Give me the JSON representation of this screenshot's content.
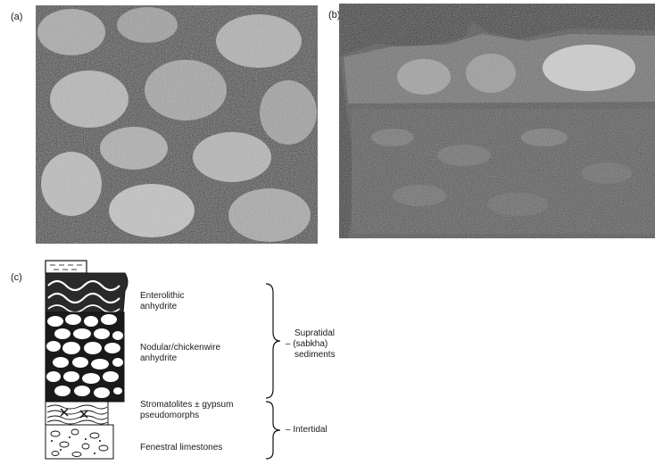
{
  "panels": {
    "a": {
      "label": "(a)"
    },
    "b": {
      "label": "(b)"
    },
    "c": {
      "label": "(c)"
    }
  },
  "section": {
    "layers": [
      {
        "line1": "Enterolithic",
        "line2": "anhydrite"
      },
      {
        "line1": "Nodular/chickenwire",
        "line2": "anhydrite"
      },
      {
        "line1": "Stromatolites ± gypsum",
        "line2": "pseudomorphs"
      },
      {
        "line1": "Fenestral limestones",
        "line2": ""
      }
    ],
    "brackets": {
      "supratidal": {
        "line1": "Supratidal",
        "line2": "(sabkha)",
        "line3": "sediments"
      },
      "intertidal": {
        "line1": "Intertidal"
      }
    }
  }
}
